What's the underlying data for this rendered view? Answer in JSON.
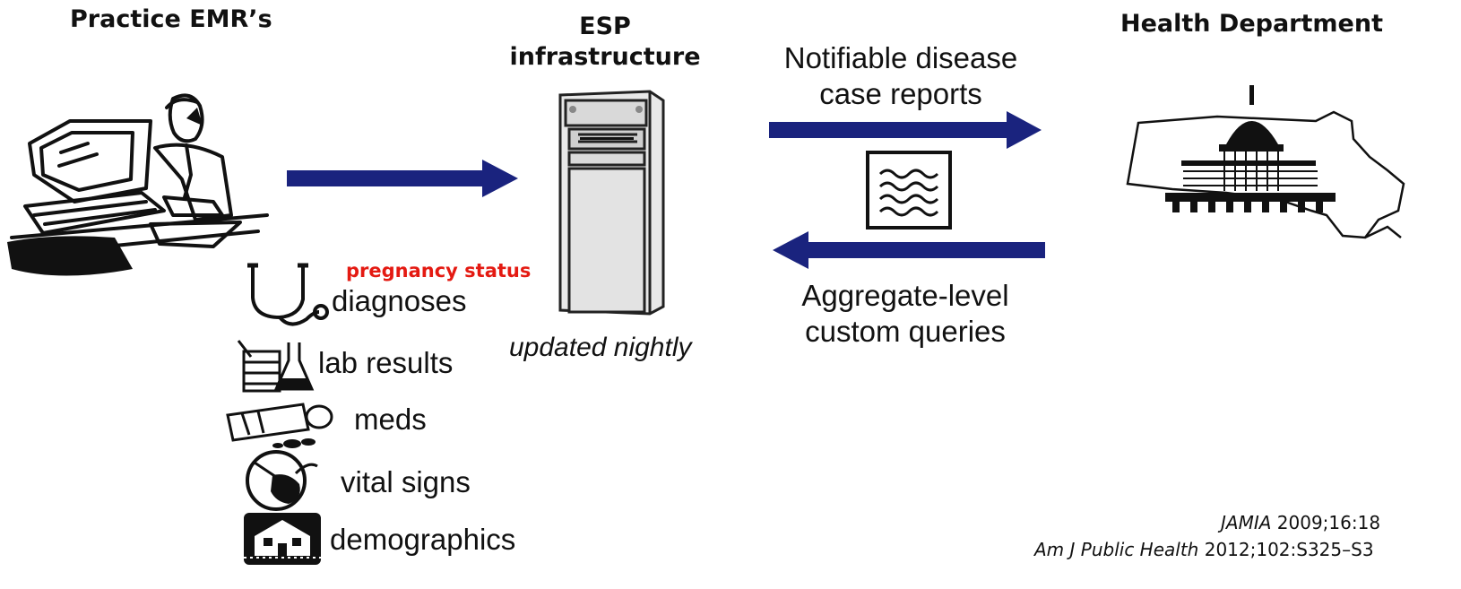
{
  "headers": {
    "practice": "Practice EMR’s",
    "esp_line1": "ESP",
    "esp_line2": "infrastructure",
    "health": "Health Department"
  },
  "flows": {
    "to_hd_line1": "Notifiable disease",
    "to_hd_line2": "case reports",
    "from_hd_line1": "Aggregate-level",
    "from_hd_line2": "custom queries"
  },
  "esp_note": "updated nightly",
  "highlight": "pregnancy status",
  "data_types": [
    "diagnoses",
    "lab results",
    "meds",
    "vital signs",
    "demographics"
  ],
  "citations": [
    {
      "journal": "JAMIA",
      "rest": " 2009;16:18"
    },
    {
      "journal": "Am J Public Health",
      "rest": " 2012;102:S325–S3"
    }
  ],
  "colors": {
    "arrow": "#1a237e",
    "highlight": "#e41a12"
  }
}
